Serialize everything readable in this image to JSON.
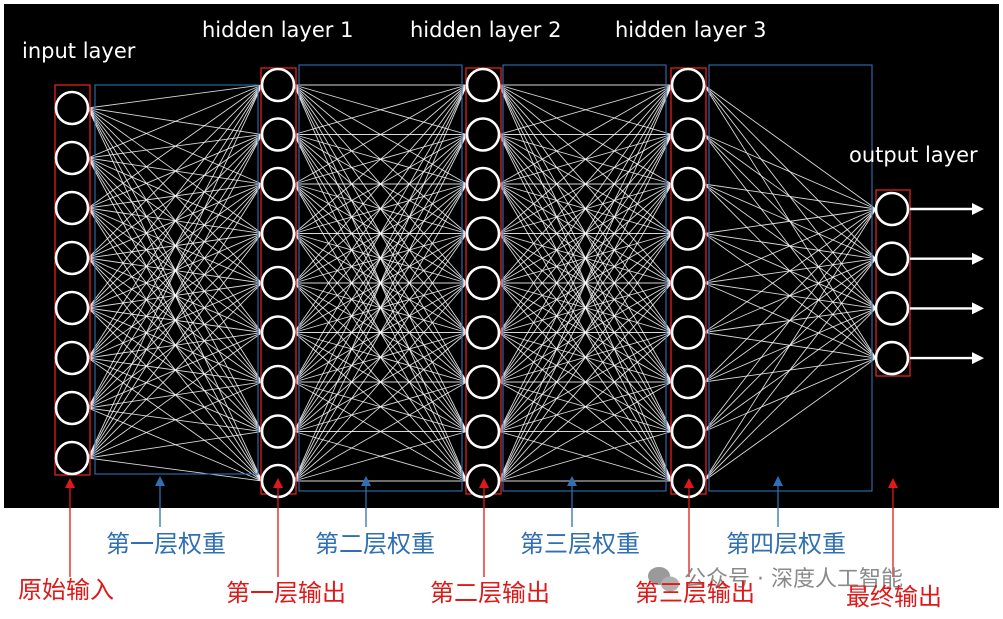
{
  "layers": [
    {
      "title": "input layer",
      "nodes": 8,
      "output_label": "原始输入"
    },
    {
      "title": "hidden layer 1",
      "nodes": 9,
      "output_label": "第一层输出"
    },
    {
      "title": "hidden layer 2",
      "nodes": 9,
      "output_label": "第二层输出"
    },
    {
      "title": "hidden layer 3",
      "nodes": 9,
      "output_label": "第三层输出"
    },
    {
      "title": "output layer",
      "nodes": 4,
      "output_label": "最终输出"
    }
  ],
  "weights": [
    "第一层权重",
    "第二层权重",
    "第三层权重",
    "第四层权重"
  ],
  "watermark": "公众号 · 深度人工智能",
  "colors": {
    "background": "#000000",
    "node": "#ffffff",
    "edge": "#ffffff",
    "layer_box": "#e02020",
    "weight_box": "#2f6fb3",
    "weight_label": "#2f6fb3",
    "output_label": "#e01818"
  }
}
